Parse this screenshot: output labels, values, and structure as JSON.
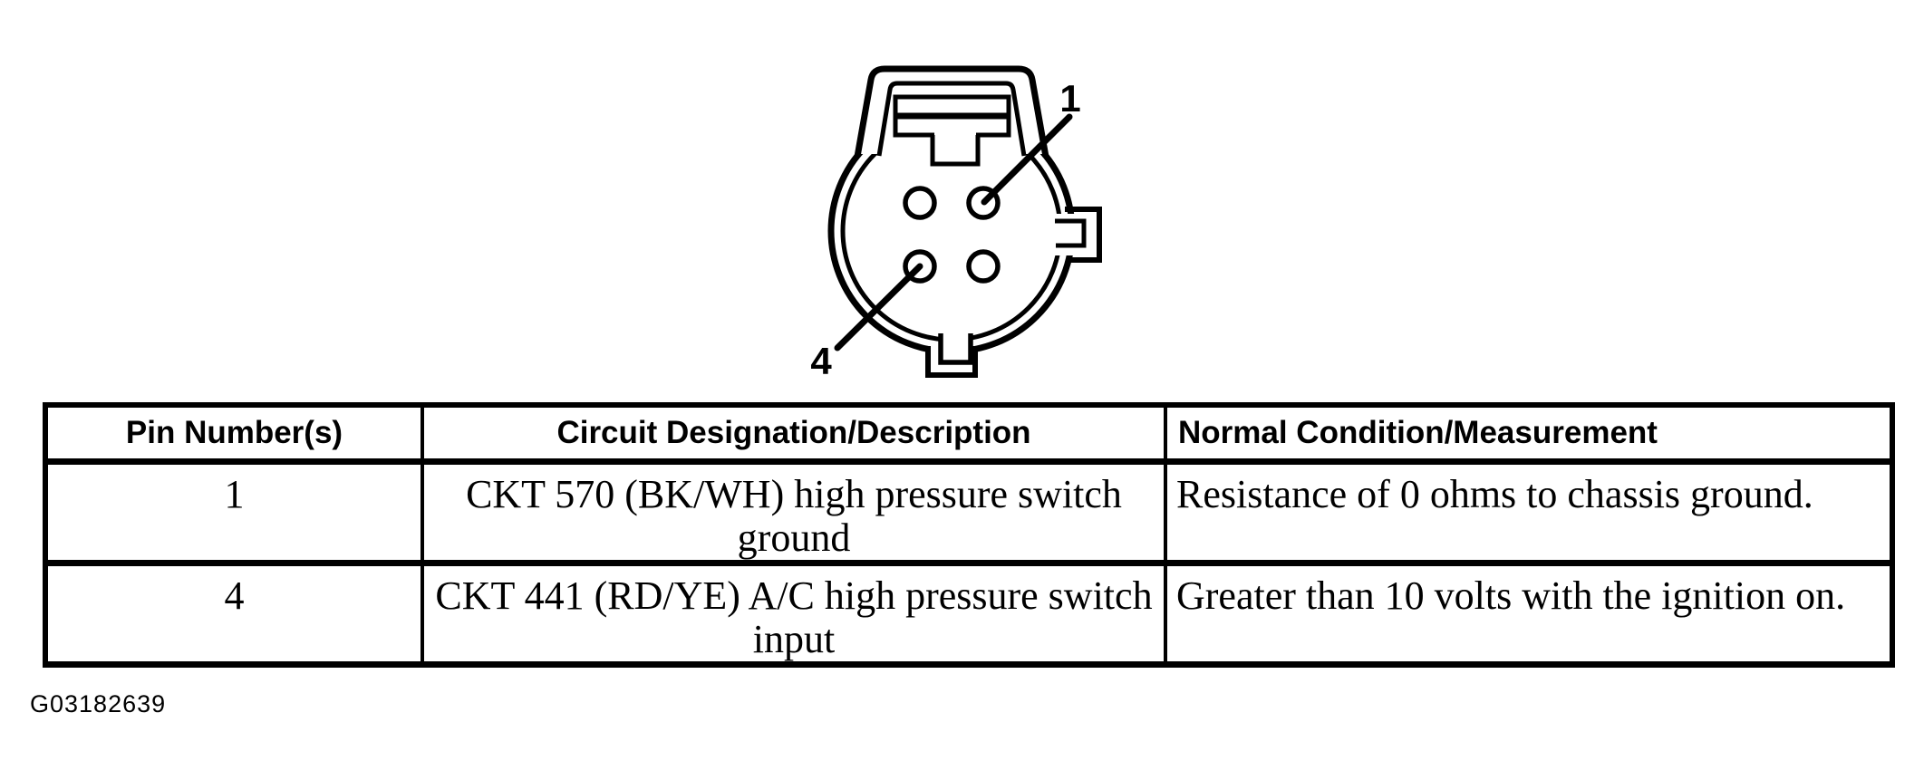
{
  "diagram": {
    "name": "4-pin connector face view",
    "pin_labels": [
      "1",
      "4"
    ]
  },
  "table": {
    "headers": [
      "Pin Number(s)",
      "Circuit Designation/Description",
      "Normal Condition/Measurement"
    ],
    "rows": [
      {
        "pin": "1",
        "circuit_line1": "CKT 570 (BK/WH) high pressure switch",
        "circuit_line2": "ground",
        "condition": "Resistance of 0 ohms to chassis ground."
      },
      {
        "pin": "4",
        "circuit_line1": "CKT 441 (RD/YE) A/C high pressure switch",
        "circuit_line2": "input",
        "condition": "Greater than 10 volts with the ignition on."
      }
    ]
  },
  "footer": {
    "figure_id": "G03182639"
  },
  "colors": {
    "ink": "#000000",
    "background": "#ffffff"
  }
}
